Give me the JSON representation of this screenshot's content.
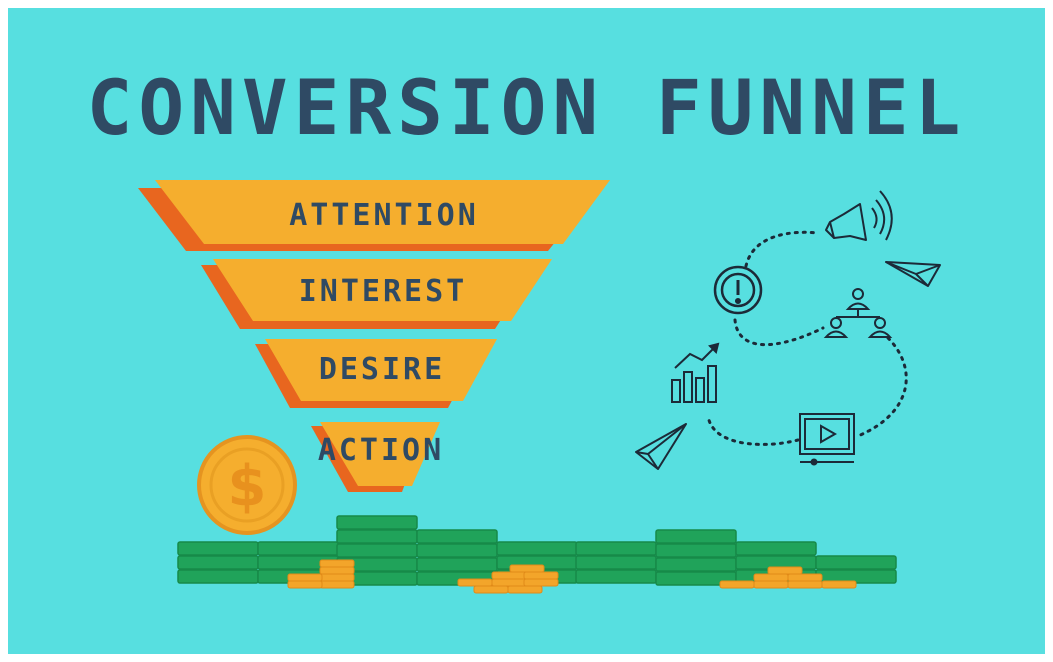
{
  "title": "CONVERSION FUNNEL",
  "funnel": {
    "stages": [
      "ATTENTION",
      "INTEREST",
      "DESIRE",
      "ACTION"
    ]
  },
  "colors": {
    "background": "#57dfe0",
    "title": "#2f4a64",
    "funnel_face": "#f5ae2e",
    "funnel_edge": "#e8661f",
    "money_green": "#20a35a",
    "coin": "#f3a52a",
    "line_icons": "#1c2a38"
  },
  "icons": [
    "dollar-coin-icon",
    "money-stack-icon",
    "coin-stack-icon",
    "megaphone-icon",
    "paper-plane-icon",
    "alert-icon",
    "user-network-icon",
    "growth-chart-icon",
    "video-player-icon"
  ]
}
